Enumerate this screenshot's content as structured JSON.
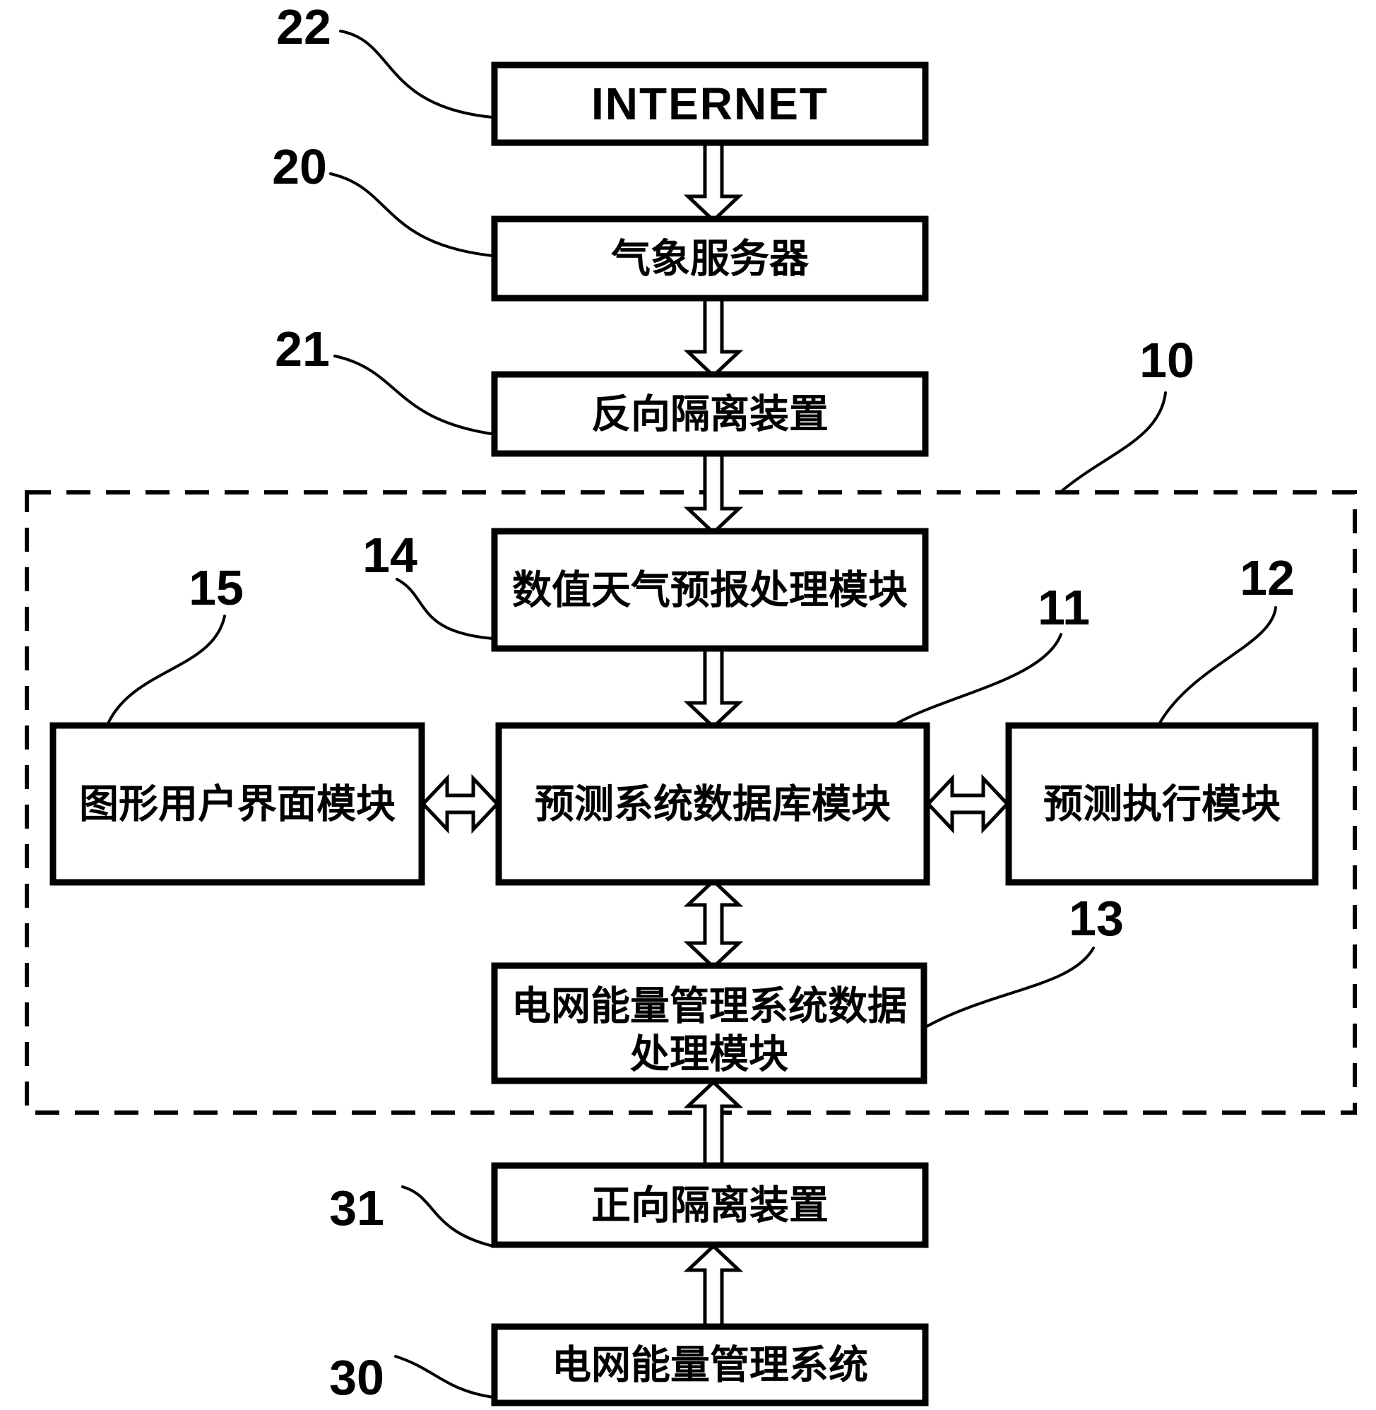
{
  "colors": {
    "line": "#000000",
    "background": "#ffffff",
    "box_fill": "#ffffff"
  },
  "group": {
    "ref": "10"
  },
  "boxes": {
    "internet": {
      "ref": "22",
      "label": "INTERNET"
    },
    "weather_server": {
      "ref": "20",
      "label": "气象服务器"
    },
    "reverse_isolation": {
      "ref": "21",
      "label": "反向隔离装置"
    },
    "nwp_module": {
      "ref": "14",
      "label": "数值天气预报处理模块"
    },
    "gui_module": {
      "ref": "15",
      "label": "图形用户界面模块"
    },
    "db_module": {
      "ref": "11",
      "label": "预测系统数据库模块"
    },
    "exec_module": {
      "ref": "12",
      "label": "预测执行模块"
    },
    "ems_data_module": {
      "ref": "13",
      "label_line1": "电网能量管理系统数据",
      "label_line2": "处理模块"
    },
    "forward_isolation": {
      "ref": "31",
      "label": "正向隔离装置"
    },
    "ems": {
      "ref": "30",
      "label": "电网能量管理系统"
    }
  }
}
